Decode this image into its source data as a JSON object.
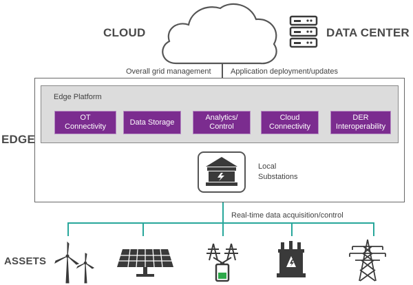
{
  "cloud": {
    "label": "CLOUD"
  },
  "data_center": {
    "label": "DATA CENTER"
  },
  "links": {
    "left": "Overall grid management",
    "right": "Application deployment/updates"
  },
  "edge": {
    "label": "EDGE",
    "platform": {
      "title": "Edge Platform",
      "modules": [
        "OT\nConnectivity",
        "Data Storage",
        "Analytics/\nControl",
        "Cloud\nConnectivity",
        "DER\nInteroperability"
      ]
    },
    "substation": {
      "label": "Local\nSubstations"
    }
  },
  "bus": {
    "label": "Real-time data acquisition/control"
  },
  "assets": {
    "label": "ASSETS",
    "icons": [
      "wind-turbine-icon",
      "solar-panel-icon",
      "battery-storage-icon",
      "transformer-icon",
      "transmission-tower-icon"
    ]
  },
  "colors": {
    "module": "#7b2c8f",
    "bus": "#26a69a",
    "platform_bg": "#dcdcdc"
  }
}
